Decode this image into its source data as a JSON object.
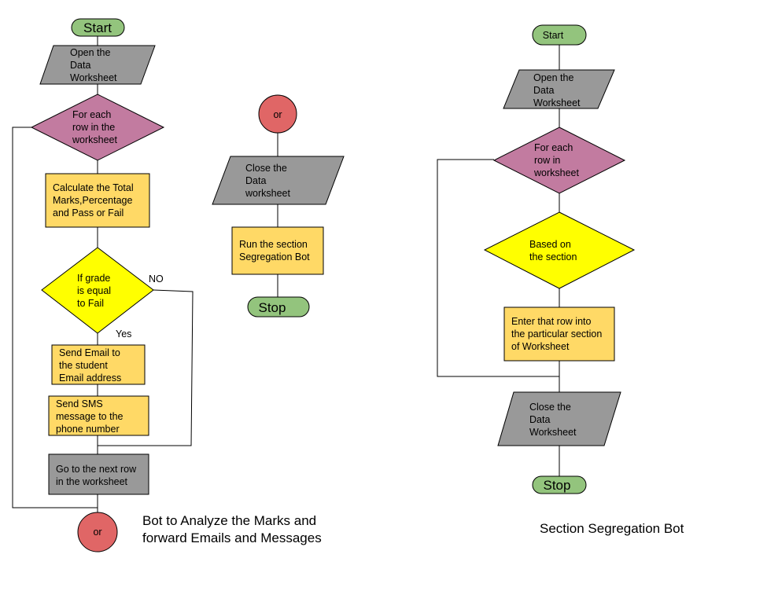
{
  "colors": {
    "terminator": "#93c47d",
    "io": "#999999",
    "decision_loop": "#c27ba0",
    "decision_cond": "#ffff00",
    "process": "#ffd966",
    "connector": "#e06666"
  },
  "left_flow": {
    "start": "Start",
    "open": [
      "Open the",
      "Data",
      "Worksheet"
    ],
    "loop": [
      "For each",
      "row in the",
      "worksheet"
    ],
    "calc": [
      "Calculate the Total",
      "Marks,Percentage",
      "and Pass or Fail"
    ],
    "cond": [
      "If grade",
      "is equal",
      "to Fail"
    ],
    "no_label": "NO",
    "yes_label": "Yes",
    "email": [
      "Send Email to",
      "the student",
      "Email address"
    ],
    "sms": [
      "Send SMS",
      "message to the",
      "phone number"
    ],
    "next_row": [
      "Go to the next row",
      "in the worksheet"
    ],
    "connector": "or",
    "caption": [
      "Bot to Analyze the Marks and",
      "forward Emails and Messages"
    ]
  },
  "middle_flow": {
    "connector": "or",
    "close": [
      "Close the",
      "Data",
      "worksheet"
    ],
    "run": [
      "Run the section",
      "Segregation Bot"
    ],
    "stop": "Stop"
  },
  "right_flow": {
    "start": "Start",
    "open": [
      "Open the",
      "Data",
      "Worksheet"
    ],
    "loop": [
      "For each",
      "row in",
      "worksheet"
    ],
    "cond": [
      "Based on",
      "the section"
    ],
    "enter": [
      "Enter that row into",
      "the particular section",
      "of Worksheet"
    ],
    "close": [
      "Close the",
      "Data",
      "Worksheet"
    ],
    "stop": "Stop",
    "caption": "Section Segregation Bot"
  }
}
